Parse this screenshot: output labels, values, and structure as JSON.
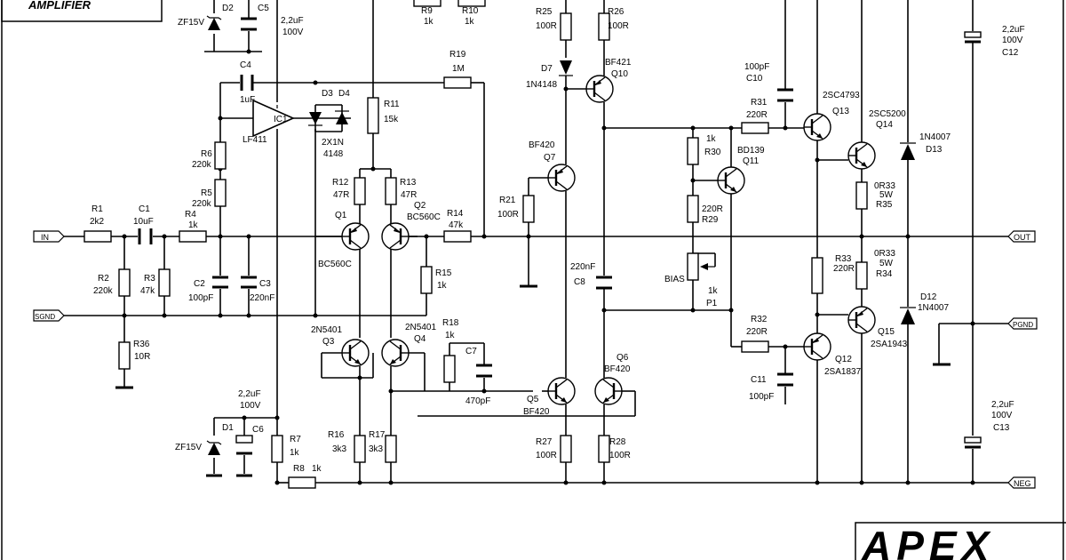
{
  "title": "AMPLIFIER",
  "logo": "APEX",
  "ports": {
    "in": "IN",
    "sgnd": "SGND",
    "out": "OUT",
    "pgnd": "PGND",
    "neg": "NEG"
  },
  "labels": {
    "r1": "R1",
    "r1v": "2k2",
    "c1": "C1",
    "c1v": "10uF",
    "r4": "R4",
    "r4v": "1k",
    "r2": "R2",
    "r2v": "220k",
    "r3": "R3",
    "r3v": "47k",
    "r36": "R36",
    "r36v": "10R",
    "c2": "C2",
    "c2v": "100pF",
    "c3": "C3",
    "c3v": "220nF",
    "r5": "R5",
    "r5v": "220k",
    "r6": "R6",
    "r6v": "220k",
    "c4": "C4",
    "c4v": "1uF",
    "ic1": "IC1",
    "lf411": "LF411",
    "d2": "D2",
    "zf15v_top": "ZF15V",
    "c5": "C5",
    "c5v_a": "2,2uF",
    "c5v_b": "100V",
    "d3": "D3",
    "d4": "D4",
    "d34v_a": "2X1N",
    "d34v_b": "4148",
    "r9": "R9",
    "r9v": "1k",
    "r10": "R10",
    "r10v": "1k",
    "r11": "R11",
    "r11v": "15k",
    "r19": "R19",
    "r19v": "1M",
    "r12": "R12",
    "r12v": "47R",
    "r13": "R13",
    "r13v": "47R",
    "q1": "Q1",
    "q1t": "BC560C",
    "q2": "Q2",
    "q2t": "BC560C",
    "r14": "R14",
    "r14v": "47k",
    "r15": "R15",
    "r15v": "1k",
    "q3": "Q3",
    "q3t": "2N5401",
    "q4": "Q4",
    "q4t": "2N5401",
    "r18": "R18",
    "r18v": "1k",
    "c7": "C7",
    "c7v": "470pF",
    "d1": "D1",
    "zf15v_bot": "ZF15V",
    "c6": "C6",
    "c6v_a": "2,2uF",
    "c6v_b": "100V",
    "r7": "R7",
    "r7v": "1k",
    "r8": "R8",
    "r8v": "1k",
    "r16": "R16",
    "r16v": "3k3",
    "r17": "R17",
    "r17v": "3k3",
    "r25": "R25",
    "r25v": "100R",
    "r26": "R26",
    "r26v": "100R",
    "d7": "D7",
    "d7t": "1N4148",
    "q10t": "BF421",
    "q10": "Q10",
    "q7t": "BF420",
    "q7": "Q7",
    "r21": "R21",
    "r21v": "100R",
    "c8v": "220nF",
    "c8": "C8",
    "q5": "Q5",
    "q5t": "BF420",
    "q6": "Q6",
    "q6t": "BF420",
    "r27": "R27",
    "r27v": "100R",
    "r28": "R28",
    "r28v": "100R",
    "c10v": "100pF",
    "c10": "C10",
    "r31": "R31",
    "r31v": "220R",
    "r30v": "1k",
    "r30": "R30",
    "q11t": "BD139",
    "q11": "Q11",
    "r29v": "220R",
    "r29": "R29",
    "bias": "BIAS",
    "p1v": "1k",
    "p1": "P1",
    "r32": "R32",
    "r32v": "220R",
    "c11": "C11",
    "c11v": "100pF",
    "q13t": "2SC4793",
    "q13": "Q13",
    "q14t": "2SC5200",
    "q14": "Q14",
    "r35v_a": "0R33",
    "r35v_b": "5W",
    "r35": "R35",
    "r33": "R33",
    "r33v": "220R",
    "r34v_a": "0R33",
    "r34v_b": "5W",
    "r34": "R34",
    "q12": "Q12",
    "q12t": "2SA1837",
    "q15": "Q15",
    "q15t": "2SA1943",
    "d13t": "1N4007",
    "d13": "D13",
    "d12": "D12",
    "d12t": "1N4007",
    "c12v_a": "2,2uF",
    "c12v_b": "100V",
    "c12": "C12",
    "c13v_a": "2,2uF",
    "c13v_b": "100V",
    "c13": "C13"
  }
}
